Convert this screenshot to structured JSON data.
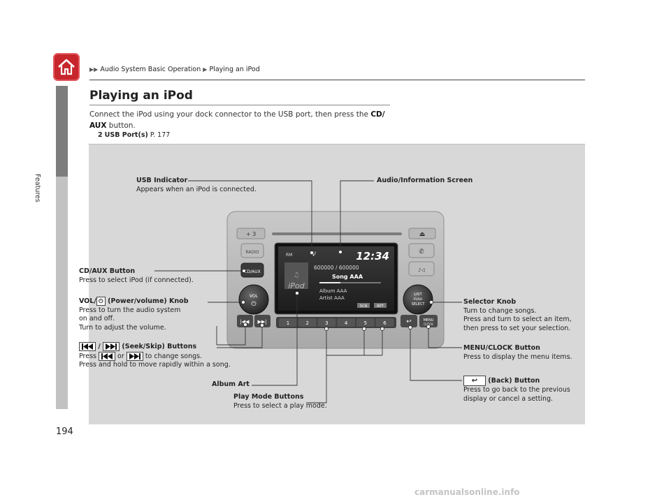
{
  "breadcrumb": {
    "part1": "Audio System Basic Operation",
    "part2": "Playing an iPod"
  },
  "side_label": "Features",
  "page_number": "194",
  "title": "Playing an iPod",
  "intro": {
    "pre": "Connect the iPod using your dock connector to the USB port, then press the ",
    "bold": "CD/ AUX",
    "post": " button."
  },
  "xref": {
    "icon": "2",
    "label": "USB Port(s)",
    "page": "P. 177"
  },
  "device": {
    "cd_aux": "CD/AUX",
    "radio": "RADIO",
    "vol": "VOL",
    "list": "LIST",
    "push": "PUSH",
    "select": "SELECT",
    "menu": "MENU",
    "clock": "CLOCK",
    "preset_buttons": [
      "1",
      "2",
      "3",
      "4",
      "5",
      "6"
    ],
    "screen": {
      "time": "12:34",
      "track": "600000 / 600000",
      "song": "Song AAA",
      "album": "Album AAA",
      "artist": "Artist AAA",
      "ipod": "iPod",
      "rm": "RM",
      "tag1": "SCN",
      "tag2": "RPT"
    }
  },
  "callouts": {
    "usb": {
      "title": "USB Indicator",
      "desc": "Appears when an iPod is connected."
    },
    "screen": {
      "title": "Audio/Information Screen"
    },
    "cdaux": {
      "title": "CD/AUX Button",
      "desc": "Press to select iPod (if connected)."
    },
    "vol": {
      "title_pre": "VOL/",
      "title_post": " (Power/volume) Knob",
      "desc1": "Press to turn the audio system",
      "desc2": "on and off.",
      "desc3": "Turn to adjust the volume."
    },
    "seek": {
      "sep": "/",
      "title_post": " (Seek/Skip) Buttons",
      "desc_pre": "Press ",
      "desc_or": " or ",
      "desc_post": " to change songs.",
      "desc2": "Press and hold to move rapidly within a song."
    },
    "album_art": {
      "title": "Album Art"
    },
    "play_mode": {
      "title": "Play Mode Buttons",
      "desc": "Press to select a play mode."
    },
    "selector": {
      "title": "Selector Knob",
      "desc1": "Turn to change songs.",
      "desc2": "Press and turn to select an item,",
      "desc3": "then press to set your selection."
    },
    "menu": {
      "title": "MENU/CLOCK Button",
      "desc": "Press to display the menu items."
    },
    "back": {
      "title": " (Back) Button",
      "desc1": "Press to go back to the previous",
      "desc2": "display or cancel a setting."
    }
  },
  "footer": "carmanualsonline.info"
}
